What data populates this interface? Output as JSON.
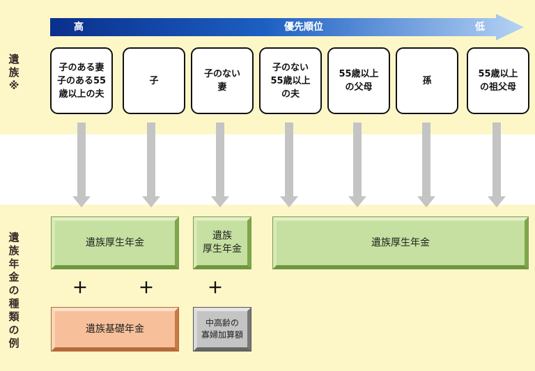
{
  "priority": {
    "high": "高",
    "label": "優先順位",
    "low": "低"
  },
  "label_survivors": [
    "遺",
    "族",
    "※"
  ],
  "label_pension_types": [
    "遺",
    "族",
    "年",
    "金",
    "の",
    "種",
    "類",
    "の",
    "例"
  ],
  "survivors": [
    "子のある妻\n子のある55\n歳以上の夫",
    "子",
    "子のない\n妻",
    "子のない\n55歳以上\nの夫",
    "55歳以上\nの父母",
    "孫",
    "55歳以上\nの祖父母"
  ],
  "pensions": {
    "kosei_1": "遺族厚生年金",
    "kosei_2": "遺族\n厚生年金",
    "kosei_3": "遺族厚生年金",
    "kiso": "遺族基礎年金",
    "kafu": "中高齢の\n寡婦加算額"
  },
  "plus_sign": "＋",
  "colors": {
    "priority_dark": "#0a2f8c",
    "priority_light": "#a9c9f0",
    "band": "#fdf7c8",
    "arrow": "#c4c4c4",
    "green": "#c5e0a0",
    "orange": "#f7c09a",
    "gray": "#c4c4c4"
  }
}
